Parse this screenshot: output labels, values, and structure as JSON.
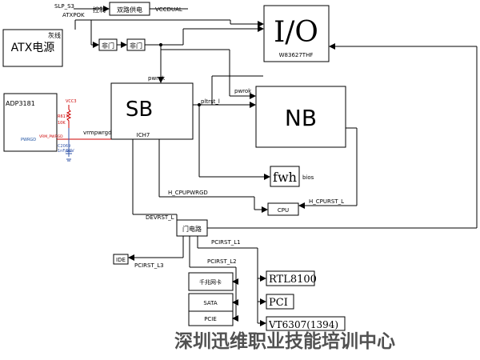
{
  "blocks": {
    "atx": "ATX电源",
    "io": "I/O",
    "io_chip": "W83627THF",
    "sb": "SB",
    "sb_chip": "ICH7",
    "nb": "NB",
    "fwh": "fwh",
    "bios": "bios",
    "cpu": "CPU",
    "gate": "门电路",
    "dual_power": "双路供电",
    "not_gate_1": "非门",
    "not_gate_2": "非门",
    "ide": "IDE",
    "gigabit_nic": "千兆网卡",
    "sata": "SATA",
    "pcie": "PCIE",
    "rtl8100": "RTL8100",
    "pci": "PCI",
    "vt6307": "VT6307(1394)",
    "adp": "ADP3181"
  },
  "signals": {
    "slp_s3": "SLP_S3",
    "control": "控制",
    "atxpok": "ATXPOK",
    "gray_wire": "灰线",
    "vccdual": "VCCDUAL",
    "pwrok_sb": "pwrok",
    "pwrok_nb": "pwrok",
    "pltrst": "pltrst_l",
    "vrmpwrgd": "vrmpwrgd",
    "h_cpupwrgd": "H_CPUPWRGD",
    "h_cpurst": "H_CPURST_L",
    "devrst": "DEVRST_L",
    "pcirst1": "PCIRST_L1",
    "pcirst2": "PCIRST_L2",
    "pcirst3": "PCIRST_L3"
  },
  "adp_circuit": {
    "vcc": "VCC3",
    "resistor": "R617",
    "resistor_value": "10K",
    "pin": "PWRGD",
    "net": "VRM_PWRGD",
    "cap": "C2069",
    "cap_value": "1nF/50V"
  },
  "watermark": "深圳迅维职业技能培训中心",
  "colors": {
    "line": "#000000",
    "small_label": "#cc0000",
    "cap_label": "#3355aa",
    "pin_label": "#1a4fa0",
    "watermark": "#333333"
  }
}
